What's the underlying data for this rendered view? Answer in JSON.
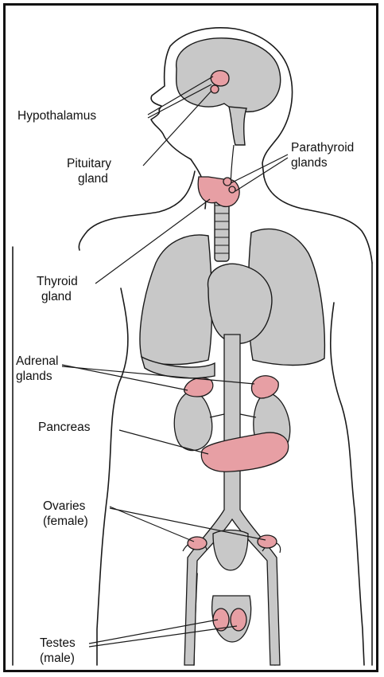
{
  "labels": {
    "hypothalamus": "Hypothalamus",
    "pituitary": [
      "Pituitary",
      "gland"
    ],
    "parathyroid": [
      "Parathyroid",
      "glands"
    ],
    "thyroid": [
      "Thyroid",
      "gland"
    ],
    "adrenal": [
      "Adrenal",
      "glands"
    ],
    "pancreas": "Pancreas",
    "ovaries": [
      "Ovaries",
      "(female)"
    ],
    "testes": [
      "Testes",
      "(male)"
    ]
  },
  "colors": {
    "organ_gray": "#c8c8c8",
    "gland_pink": "#e79fa4",
    "outline": "#1a1a1a"
  }
}
